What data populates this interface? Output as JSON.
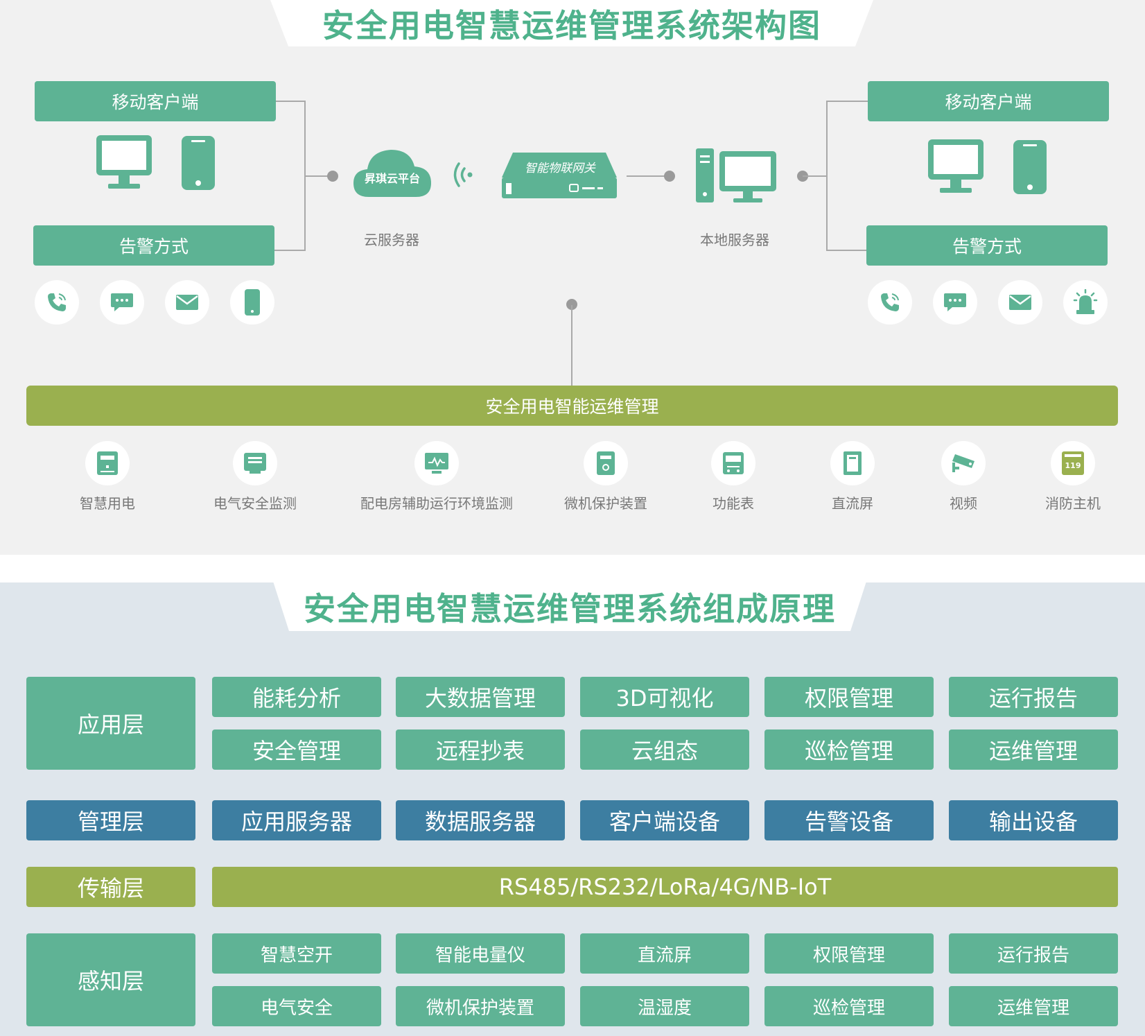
{
  "architecture": {
    "title": "安全用电智慧运维管理系统架构图",
    "left_group": {
      "mobile_label": "移动客户端",
      "alarm_label": "告警方式",
      "alarm_icons": [
        "phone-icon",
        "sms-icon",
        "mail-icon",
        "mobile-icon"
      ]
    },
    "cloud": {
      "badge": "昇琪云平台",
      "caption": "云服务器"
    },
    "gateway": {
      "badge": "智能物联网关"
    },
    "local_server": {
      "caption": "本地服务器"
    },
    "right_group": {
      "mobile_label": "移动客户端",
      "alarm_label": "告警方式",
      "alarm_icons": [
        "phone-icon",
        "sms-icon",
        "mail-icon",
        "alarm-light-icon"
      ]
    },
    "management_bar": "安全用电智能运维管理",
    "devices": [
      {
        "label": "智慧用电",
        "icon": "smart-meter-icon"
      },
      {
        "label": "电气安全监测",
        "icon": "safety-monitor-icon"
      },
      {
        "label": "配电房辅助运行环境监测",
        "icon": "environment-monitor-icon"
      },
      {
        "label": "微机保护装置",
        "icon": "protection-device-icon"
      },
      {
        "label": "功能表",
        "icon": "function-meter-icon"
      },
      {
        "label": "直流屏",
        "icon": "dc-panel-icon"
      },
      {
        "label": "视频",
        "icon": "camera-icon"
      },
      {
        "label": "消防主机",
        "icon": "fire-host-icon",
        "badge": "119"
      }
    ]
  },
  "composition": {
    "title": "安全用电智慧运维管理系统组成原理",
    "layers": [
      {
        "name": "应用层",
        "color": "#5fb395",
        "rows": [
          [
            "能耗分析",
            "大数据管理",
            "3D可视化",
            "权限管理",
            "运行报告"
          ],
          [
            "安全管理",
            "远程抄表",
            "云组态",
            "巡检管理",
            "运维管理"
          ]
        ]
      },
      {
        "name": "管理层",
        "color": "#3d7ea1",
        "rows": [
          [
            "应用服务器",
            "数据服务器",
            "客户端设备",
            "告警设备",
            "输出设备"
          ]
        ]
      },
      {
        "name": "传输层",
        "color": "#9ab04f",
        "span": "RS485/RS232/LoRa/4G/NB-IoT"
      },
      {
        "name": "感知层",
        "color": "#5fb395",
        "rows": [
          [
            "智慧空开",
            "智能电量仪",
            "直流屏",
            "权限管理",
            "运行报告"
          ],
          [
            "电气安全",
            "微机保护装置",
            "温湿度",
            "巡检管理",
            "运维管理"
          ]
        ]
      }
    ]
  }
}
